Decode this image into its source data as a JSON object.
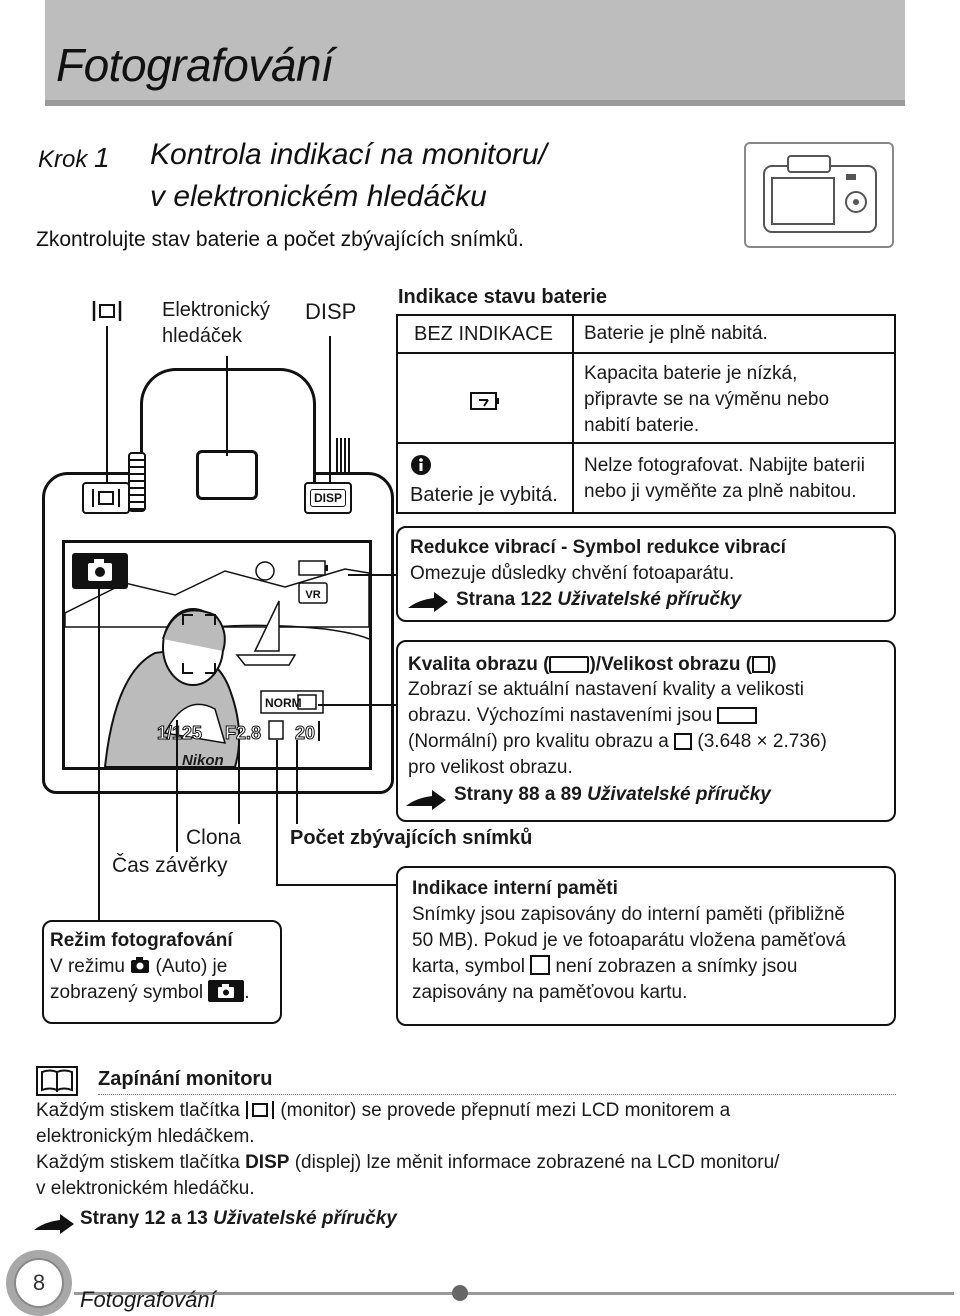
{
  "header": {
    "title": "Fotografování"
  },
  "step": {
    "label": "Krok",
    "number": "1",
    "title_line1": "Kontrola indikací na monitoru/",
    "title_line2": "v elektronickém hledáčku",
    "subtitle": "Zkontrolujte stav baterie a počet zbývajících snímků."
  },
  "camera": {
    "vf_label_line1": "Elektronický",
    "vf_label_line2": "hledáček",
    "disp_label": "DISP",
    "disp_button_text": "DISP",
    "brand": "Nikon",
    "shutter": "1/125",
    "aperture": "F2.8",
    "remaining": "20",
    "norm": "NORM",
    "vr": "VR"
  },
  "battery": {
    "heading": "Indikace stavu baterie",
    "rows": [
      {
        "indicator": "BEZ INDIKACE",
        "description": "Baterie je plně nabitá."
      },
      {
        "indicator": "",
        "description_line1": "Kapacita baterie je nízká,",
        "description_line2": "připravte se na výměnu nebo",
        "description_line3": "nabití baterie."
      },
      {
        "indicator": "Baterie je vybitá.",
        "description_line1": "Nelze fotografovat. Nabijte baterii",
        "description_line2": "nebo ji vyměňte za plně nabitou."
      }
    ]
  },
  "vr_box": {
    "title": "Redukce vibrací - Symbol redukce vibrací",
    "text": "Omezuje důsledky chvění fotoaparátu.",
    "ref_prefix": "Strana 122 ",
    "ref_book": "Uživatelské příručky"
  },
  "quality_box": {
    "title_a": "Kvalita obrazu (",
    "title_b": ")/Velikost obrazu (",
    "title_c": ")",
    "line1": "Zobrazí se aktuální nastavení kvality a velikosti",
    "line2": "obrazu. Výchozími nastaveními jsou",
    "line3a": "(Normální) pro kvalitu obrazu a",
    "line3b": "(3.648 × 2.736)",
    "line4": "pro velikost obrazu.",
    "ref_prefix": "Strany 88 a 89 ",
    "ref_book": "Uživatelské příručky"
  },
  "labels": {
    "aperture": "Clona",
    "shutter": "Čas závěrky",
    "remaining": "Počet zbývajících snímků"
  },
  "mode_box": {
    "title": "Režim fotografování",
    "line1a": "V režimu",
    "line1b": "(Auto) je",
    "line2": "zobrazený symbol"
  },
  "memory_box": {
    "title": "Indikace interní paměti",
    "line1": "Snímky jsou zapisovány do interní paměti (přibližně",
    "line2": "50 MB). Pokud je ve fotoaparátu vložena paměťová",
    "line3a": "karta, symbol",
    "line3b": "není zobrazen a snímky jsou",
    "line4": "zapisovány na paměťovou kartu."
  },
  "note": {
    "title": "Zapínání monitoru",
    "p1a": "Každým stiskem tlačítka",
    "p1b": "(monitor) se provede přepnutí mezi LCD monitorem a",
    "p1c": "elektronickým hledáčkem.",
    "p2a": "Každým stiskem tlačítka",
    "p2disp": "DISP",
    "p2b": "(displej) lze měnit informace zobrazené na LCD monitoru/",
    "p2c": "v elektronickém hledáčku.",
    "ref_prefix": "Strany 12 a 13 ",
    "ref_book": "Uživatelské příručky"
  },
  "footer": {
    "page_number": "8",
    "section": "Fotografování"
  }
}
